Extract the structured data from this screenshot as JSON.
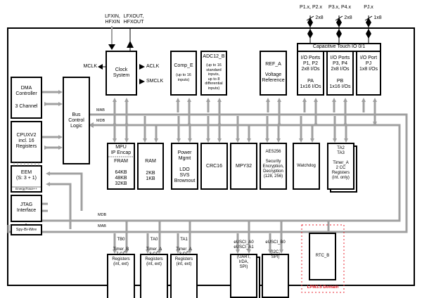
{
  "external": {
    "xin": "LFXIN,\nHFXIN",
    "xout": "LFXOUT,\nHFXOUT",
    "port1": "P1.x, P2.x",
    "port1_width": "2x8",
    "port2": "P3.x, P4.x",
    "port2_width": "2x8",
    "port3": "PJ.x",
    "port3_width": "1x8"
  },
  "clock": {
    "title": "Clock\nSystem",
    "mclk": "MCLK",
    "aclk": "ACLK",
    "smclk": "SMCLK"
  },
  "comp": {
    "title": "Comp_E",
    "sub": "(up to 16\ninputs)"
  },
  "adc": {
    "title": "ADC12_B",
    "sub": "(up to 16\nstandard\ninputs,\nup to 8\ndifferential\ninputs)"
  },
  "ref": {
    "title": "REF_A",
    "sub": "Voltage\nReference"
  },
  "captouch": "Capacitive Touch IO 0/1",
  "io": [
    {
      "title": "I/O Ports\nP1, P2\n2x8 I/Os",
      "sub": "PA\n1x16 I/Os"
    },
    {
      "title": "I/O Ports\nP3, P4\n2x8 I/Os",
      "sub": "PB\n1x16 I/Os"
    },
    {
      "title": "I/O Port\nPJ\n1x8 I/Os",
      "sub": ""
    }
  ],
  "dma": {
    "title": "DMA\nController",
    "sub": "3 Channel"
  },
  "cpu": "CPUXV2\nincl. 16\nRegisters",
  "eem": {
    "title": "EEM\n(S: 3 + 1)",
    "sub": "EnergyTrace++"
  },
  "jtag": "JTAG\nInterface",
  "spy": "Spy-Bi-Wire",
  "bcl": "Bus\nControl\nLogic",
  "buses": {
    "mab": "MAB",
    "mdb": "MDB"
  },
  "mpu": {
    "top": "MPU\nIP Encap",
    "title": "FRAM",
    "sizes": "64KB\n48KB\n32KB"
  },
  "ram": {
    "title": "RAM",
    "sizes": "2KB\n1KB"
  },
  "power": "Power\nMgmt\n\nLDO\nSVS\nBrownout",
  "crc": "CRC16",
  "mpy": "MPY32",
  "aes": "AES256\n\nSecurity\nEncryption,\nDecryption\n(128, 256)",
  "wdt": "Watchdog",
  "ta23": "TA2\nTA3\n\nTimer_A\n2 CC\nRegisters\n(int. only)",
  "tb0": "TB0\n\nTimer_B\n7 CC\nRegisters\n(int, ext)",
  "ta0": "TA0\n\nTimer_A\n3 CC\nRegisters\n(int, ext)",
  "ta1": "TA1\n\nTimer_A\n3 CC\nRegisters\n(int, ext)",
  "euscia": "eUSCI_A0\neUSCI_A1\n\n(UART,\nIrDA,\nSPI)",
  "euscib": "eUSCI_B0\n\n(I2C,\nSPI)",
  "rtc": "RTC_B",
  "lpm": "LPM3.5 Domain",
  "colors": {
    "bus": "#a0a0a0",
    "lpm": "#e8222c"
  }
}
